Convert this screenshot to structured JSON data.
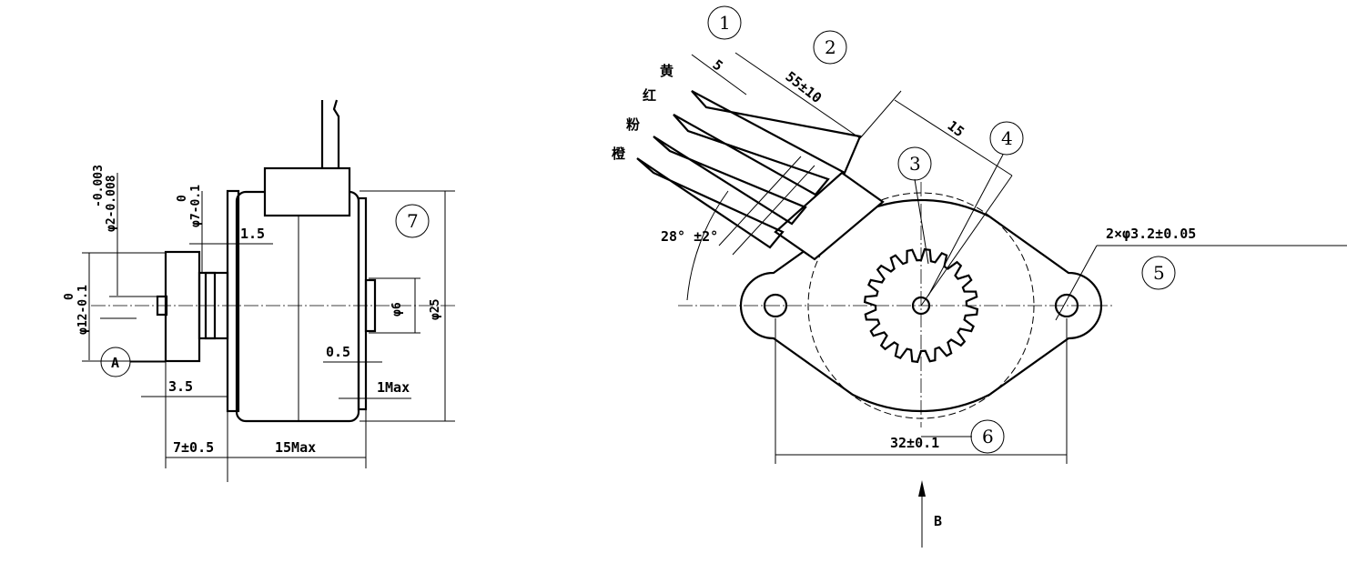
{
  "side_view": {
    "dim_shaft": "φ2-0.008",
    "dim_shaft_tol": "-0.003",
    "dim_boss": "φ7-0.1",
    "dim_boss_tol": "0",
    "dim_hub": "φ12-0.1",
    "dim_hub_tol": "0",
    "dim_1_5": "1.5",
    "dim_phi6": "φ6",
    "dim_phi25": "φ25",
    "dim_0_5": "0.5",
    "dim_1max": "1Max",
    "dim_3_5": "3.5",
    "dim_7": "7±0.5",
    "dim_15max": "15Max",
    "datum_a": "A",
    "callout_7": "7"
  },
  "front_view": {
    "wire_colors": [
      "黄",
      "红",
      "粉",
      "橙"
    ],
    "dim_5": "5",
    "dim_55": "55±10",
    "dim_15": "15",
    "dim_angle": "28° ±2°",
    "dim_holes": "2×φ3.2±0.05",
    "dim_32": "32±0.1",
    "view_b": "B",
    "callouts": [
      "1",
      "2",
      "3",
      "4",
      "5",
      "6"
    ]
  }
}
